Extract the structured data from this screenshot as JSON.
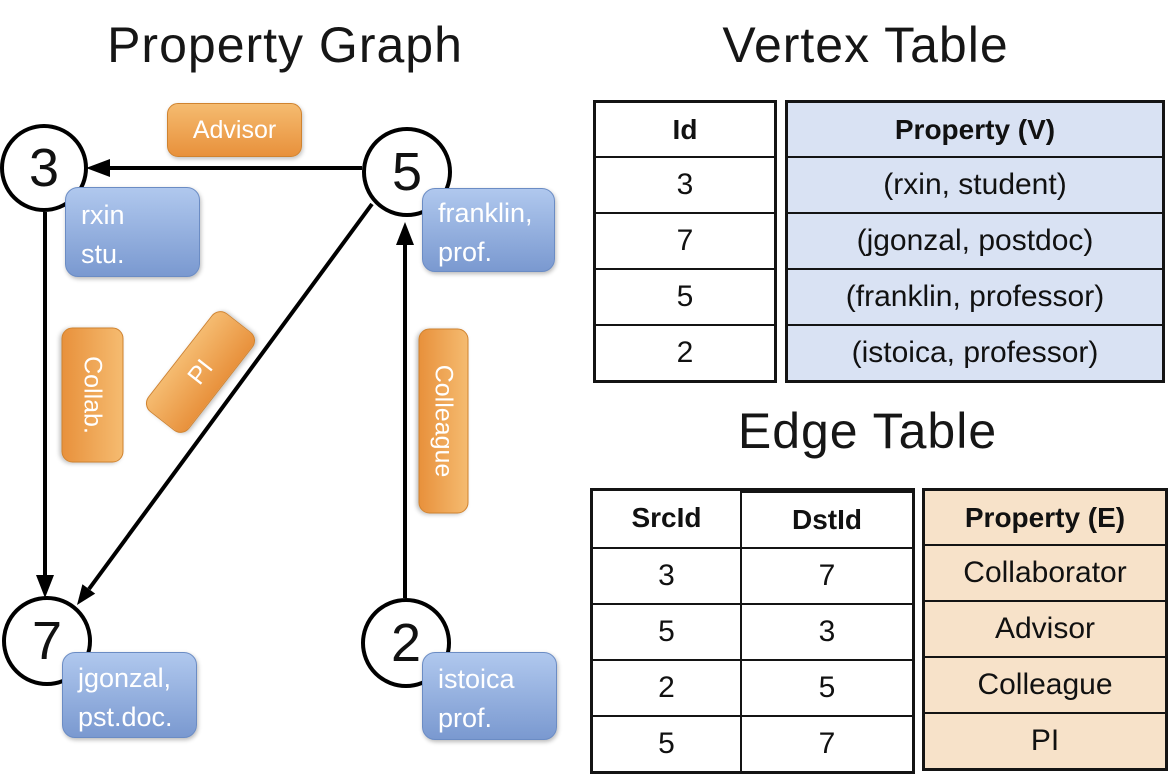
{
  "graph": {
    "title": "Property Graph",
    "nodes": [
      {
        "id": "3",
        "prop_line1": "rxin",
        "prop_line2": "stu."
      },
      {
        "id": "5",
        "prop_line1": "franklin,",
        "prop_line2": "prof."
      },
      {
        "id": "7",
        "prop_line1": "jgonzal,",
        "prop_line2": "pst.doc."
      },
      {
        "id": "2",
        "prop_line1": "istoica",
        "prop_line2": "prof."
      }
    ],
    "edges": [
      {
        "src": "5",
        "dst": "3",
        "label": "Advisor"
      },
      {
        "src": "3",
        "dst": "7",
        "label": "Collab."
      },
      {
        "src": "5",
        "dst": "7",
        "label": "PI"
      },
      {
        "src": "2",
        "dst": "5",
        "label": "Colleague"
      }
    ],
    "edge_labels": {
      "advisor": "Advisor",
      "collab": "Collab.",
      "pi": "PI",
      "colleague": "Colleague"
    }
  },
  "vertex_table": {
    "title": "Vertex Table",
    "columns": {
      "id": "Id",
      "property": "Property (V)"
    },
    "rows": [
      {
        "id": "3",
        "property": "(rxin, student)"
      },
      {
        "id": "7",
        "property": "(jgonzal, postdoc)"
      },
      {
        "id": "5",
        "property": "(franklin, professor)"
      },
      {
        "id": "2",
        "property": "(istoica, professor)"
      }
    ]
  },
  "edge_table": {
    "title": "Edge Table",
    "columns": {
      "src": "SrcId",
      "dst": "DstId",
      "property": "Property (E)"
    },
    "rows": [
      {
        "src": "3",
        "dst": "7",
        "property": "Collaborator"
      },
      {
        "src": "5",
        "dst": "3",
        "property": "Advisor"
      },
      {
        "src": "2",
        "dst": "5",
        "property": "Colleague"
      },
      {
        "src": "5",
        "dst": "7",
        "property": "PI"
      }
    ]
  },
  "colors": {
    "edge_label_top": "#f5bb70",
    "edge_label_bottom": "#e8913c",
    "vertex_box_top": "#b0c8ee",
    "vertex_box_bottom": "#7a99d0",
    "vertex_property_cell": "#d9e2f3",
    "edge_property_cell": "#f7e2c9",
    "line": "#000000",
    "text_on_boxes": "#ffffff"
  }
}
